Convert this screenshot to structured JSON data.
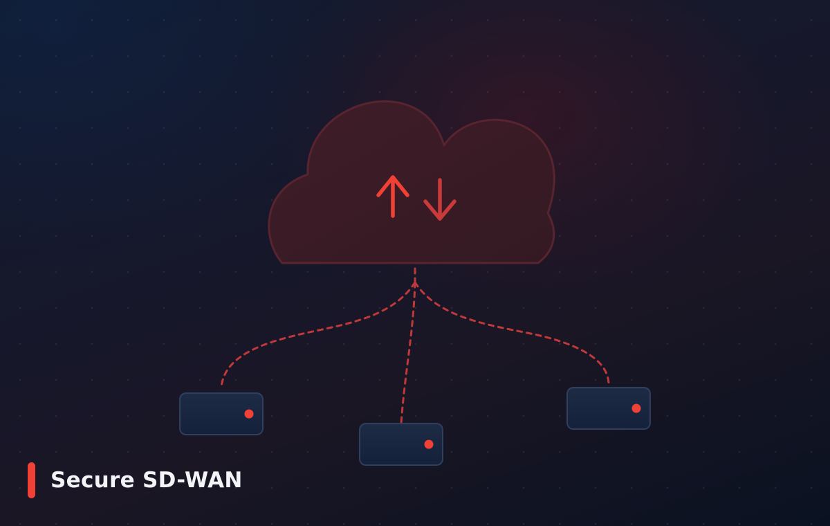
{
  "caption": {
    "title": "Secure SD-WAN"
  },
  "colors": {
    "accent": "#ef4136",
    "cloud_fill": "#3a1c26",
    "cloud_stroke": "#5a2430",
    "device_fill": "#1a2740",
    "device_stroke": "#2e3e5c",
    "link": "#c0393a"
  },
  "icons": {
    "upload": "arrow-up-icon",
    "download": "arrow-down-icon"
  },
  "devices": [
    {
      "id": "left",
      "status": "active"
    },
    {
      "id": "center",
      "status": "active"
    },
    {
      "id": "right",
      "status": "active"
    }
  ]
}
